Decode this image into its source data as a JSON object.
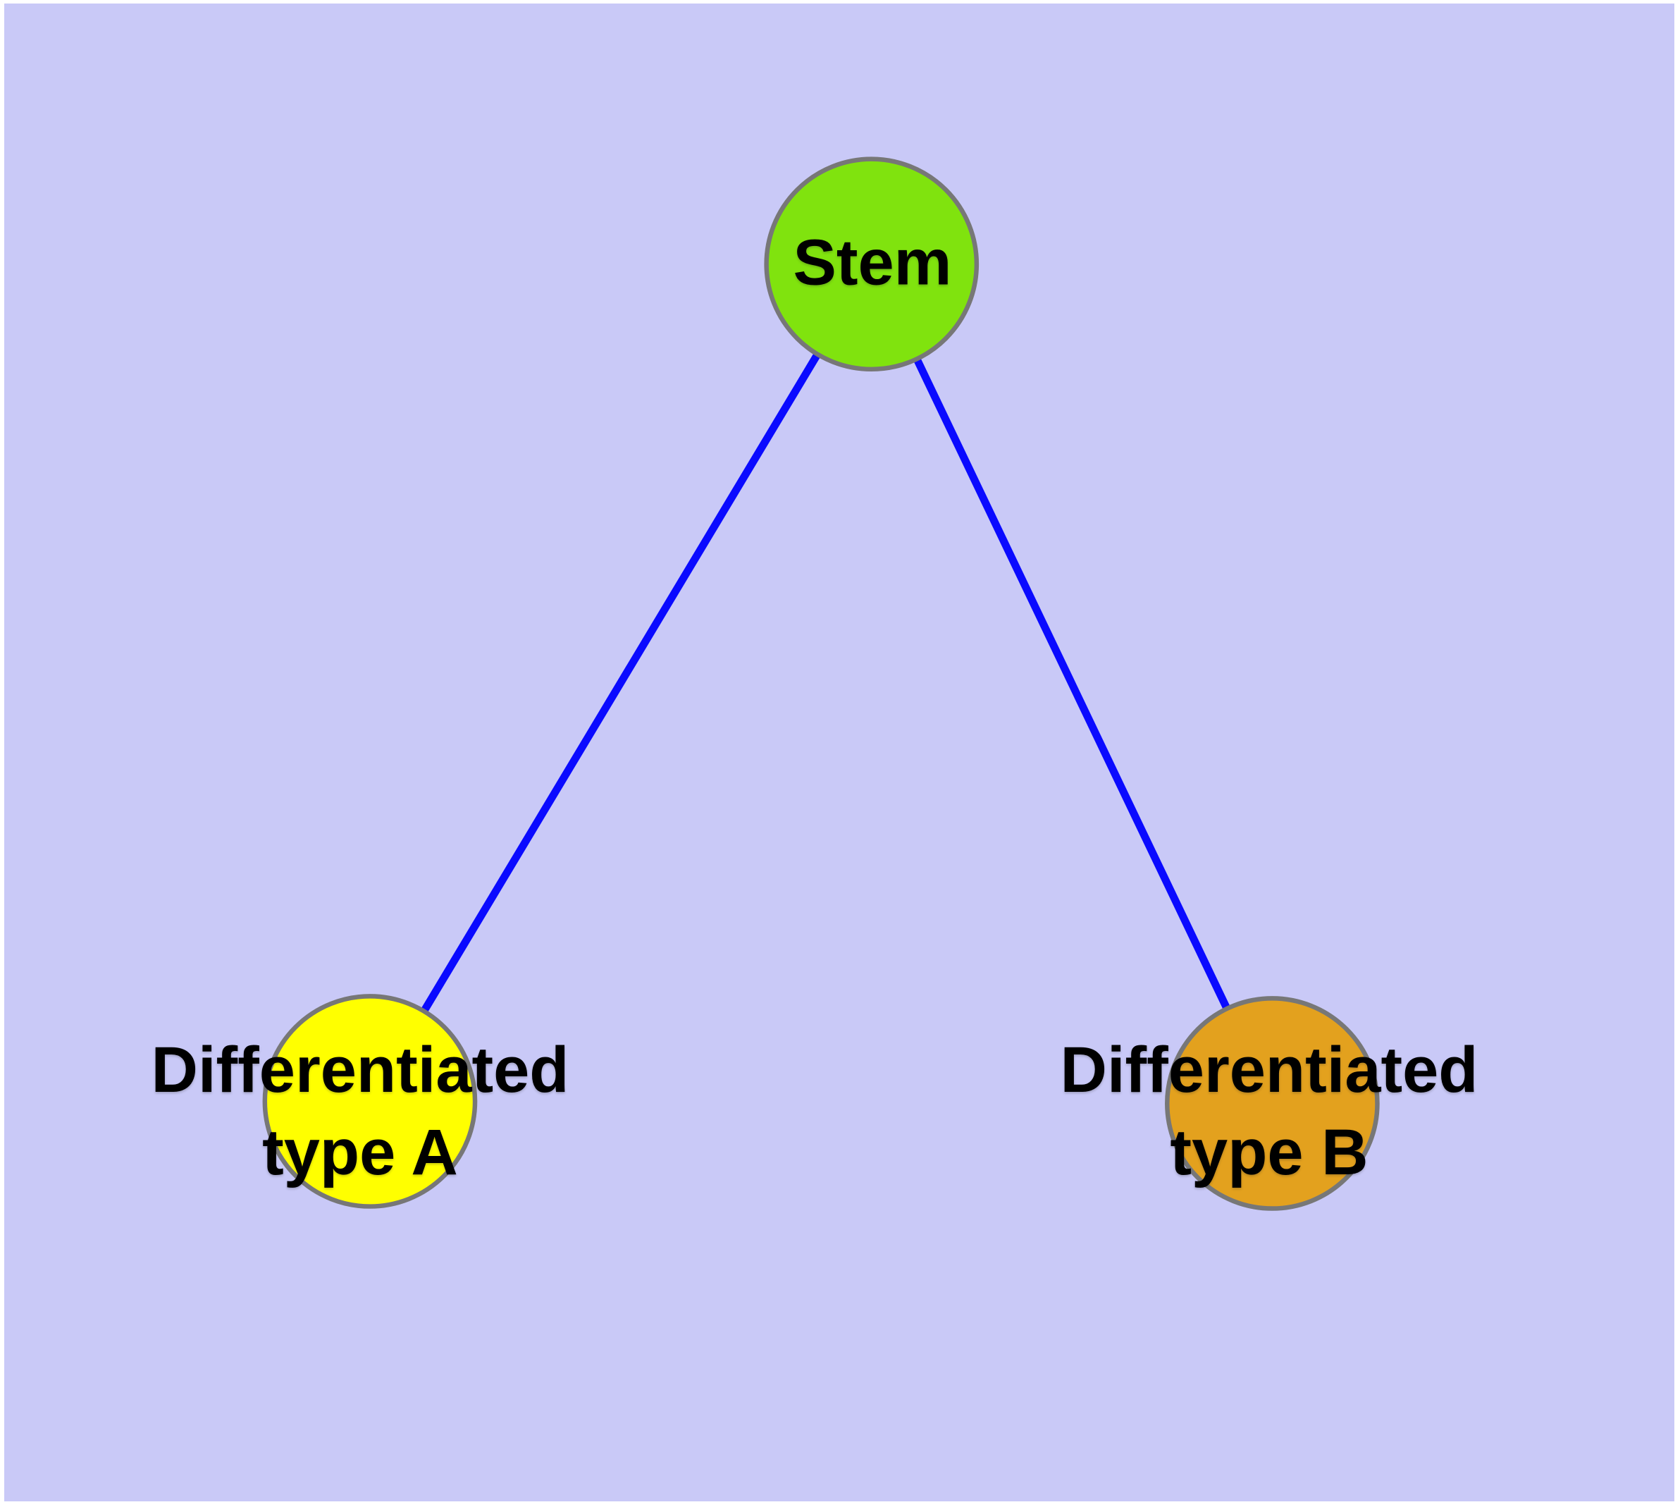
{
  "diagram": {
    "background_color": "#C9C9F7",
    "edge_color": "#0A0AFF",
    "node_border_color": "#777777",
    "text_color": "#000000",
    "nodes": [
      {
        "id": "stem",
        "lines": [
          "Stem"
        ],
        "fill": "#80E30E"
      },
      {
        "id": "differentiated-type-a",
        "lines": [
          "Differentiated",
          "type A"
        ],
        "fill": "#FFFF00"
      },
      {
        "id": "differentiated-type-b",
        "lines": [
          "Differentiated",
          "type B"
        ],
        "fill": "#E3A11E"
      }
    ],
    "edges": [
      {
        "from": "stem",
        "to": "differentiated-type-a"
      },
      {
        "from": "stem",
        "to": "differentiated-type-b"
      }
    ]
  }
}
